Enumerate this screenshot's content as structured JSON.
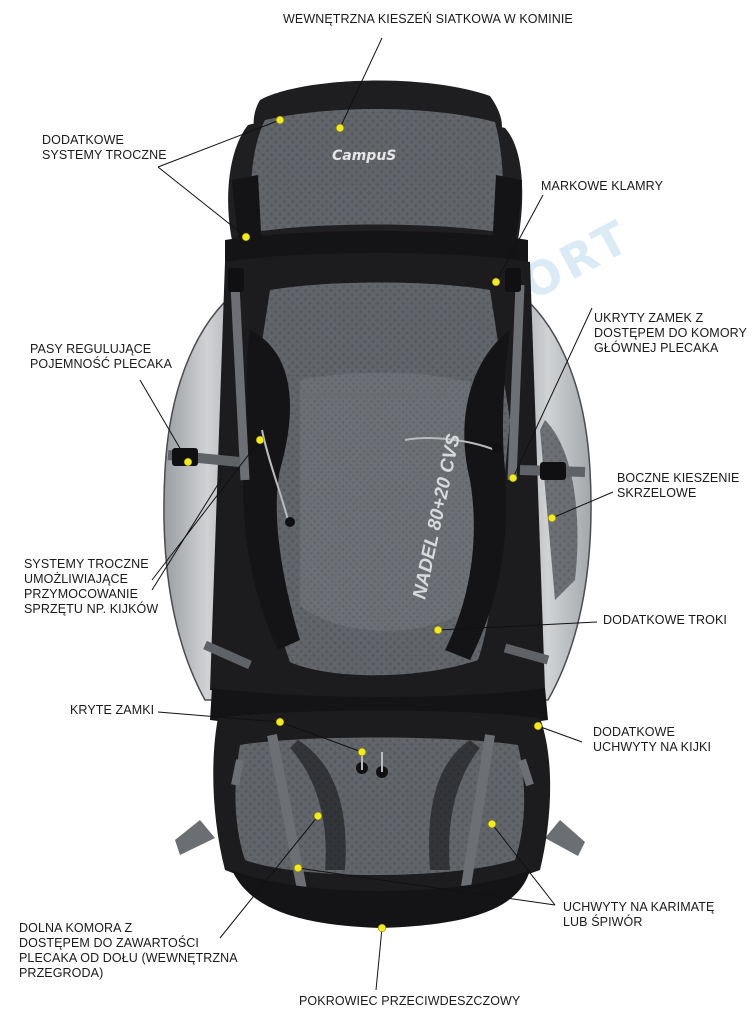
{
  "brand": "CampuS",
  "model": "NADEL 80+20 CVS",
  "watermark": "TOUCHSPORT",
  "colors": {
    "marker": "#f2ec1f",
    "pack_dark": "#1c1c1e",
    "pack_gray": "#5a5d62",
    "pack_light": "#c4c6c8",
    "watermark": "#bcdcf0"
  },
  "callouts": [
    {
      "id": "mesh-pocket",
      "lines": [
        "WEWNĘTRZNA KIESZEŃ SIATKOWA W KOMINIE"
      ]
    },
    {
      "id": "extra-strap-systems",
      "lines": [
        "DODATKOWE",
        "SYSTEMY TROCZNE"
      ]
    },
    {
      "id": "brand-buckles",
      "lines": [
        "MARKOWE KLAMRY"
      ]
    },
    {
      "id": "hidden-zipper",
      "lines": [
        "UKRYTY ZAMEK Z",
        "DOSTĘPEM DO KOMORY",
        "GŁÓWNEJ PLECAKA"
      ]
    },
    {
      "id": "capacity-straps",
      "lines": [
        "PASY REGULUJĄCE",
        "POJEMNOŚĆ PLECAKA"
      ]
    },
    {
      "id": "side-pockets",
      "lines": [
        "BOCZNE KIESZENIE",
        "SKRZELOWE"
      ]
    },
    {
      "id": "pole-strap-systems",
      "lines": [
        "SYSTEMY TROCZNE",
        "UMOŻLIWIAJĄCE",
        "PRZYMOCOWANIE",
        "SPRZĘTU NP. KIJKÓW"
      ]
    },
    {
      "id": "extra-straps",
      "lines": [
        "DODATKOWE TROKI"
      ]
    },
    {
      "id": "covered-zippers",
      "lines": [
        "KRYTE ZAMKI"
      ]
    },
    {
      "id": "pole-holders",
      "lines": [
        "DODATKOWE",
        "UCHWYTY NA KIJKI"
      ]
    },
    {
      "id": "mat-holders",
      "lines": [
        "UCHWYTY NA KARIMATĘ",
        "LUB ŚPIWÓR"
      ]
    },
    {
      "id": "bottom-chamber",
      "lines": [
        "DOLNA KOMORA Z",
        "DOSTĘPEM DO ZAWARTOŚCI",
        "PLECAKA OD DOŁU (WEWNĘTRZNA",
        "PRZEGRODA)"
      ]
    },
    {
      "id": "rain-cover",
      "lines": [
        "POKROWIEC PRZECIWDESZCZOWY"
      ]
    }
  ]
}
